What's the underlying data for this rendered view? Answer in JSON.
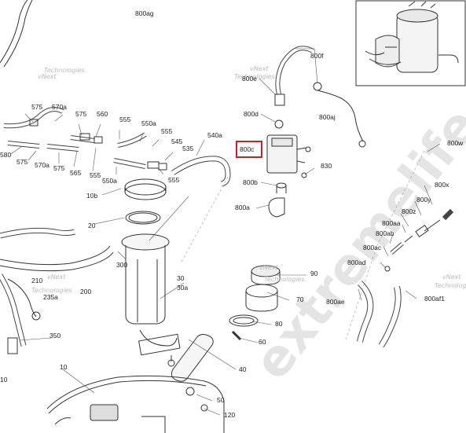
{
  "highlight_color": "#cc1f1f",
  "watermarks": {
    "brand_line1": "vNext",
    "brand_line2": "Technologies",
    "big": "extremelife"
  },
  "callouts": [
    {
      "id": "800ag",
      "label": "800ag"
    },
    {
      "id": "800e",
      "label": "800e"
    },
    {
      "id": "800f",
      "label": "800f"
    },
    {
      "id": "800d",
      "label": "800d"
    },
    {
      "id": "800aj",
      "label": "800aj"
    },
    {
      "id": "800c",
      "label": "800c",
      "highlighted": true
    },
    {
      "id": "800w",
      "label": "800w"
    },
    {
      "id": "830",
      "label": "830"
    },
    {
      "id": "800b",
      "label": "800b"
    },
    {
      "id": "800a",
      "label": "800a"
    },
    {
      "id": "800x",
      "label": "800x"
    },
    {
      "id": "800y",
      "label": "800y"
    },
    {
      "id": "800z",
      "label": "800z"
    },
    {
      "id": "800aa",
      "label": "800aa"
    },
    {
      "id": "800ab",
      "label": "800ab"
    },
    {
      "id": "800ac",
      "label": "800ac"
    },
    {
      "id": "800ad",
      "label": "800ad"
    },
    {
      "id": "800ae",
      "label": "800ae"
    },
    {
      "id": "800af1",
      "label": "800af1"
    },
    {
      "id": "575a",
      "label": "575"
    },
    {
      "id": "570a_top",
      "label": "570a"
    },
    {
      "id": "575b",
      "label": "575"
    },
    {
      "id": "560",
      "label": "560"
    },
    {
      "id": "555a",
      "label": "555"
    },
    {
      "id": "550a_top",
      "label": "550a"
    },
    {
      "id": "555b",
      "label": "555"
    },
    {
      "id": "545",
      "label": "545"
    },
    {
      "id": "535",
      "label": "535"
    },
    {
      "id": "540a",
      "label": "540a"
    },
    {
      "id": "580",
      "label": "580"
    },
    {
      "id": "575c",
      "label": "575"
    },
    {
      "id": "570a_bot",
      "label": "570a"
    },
    {
      "id": "575d",
      "label": "575"
    },
    {
      "id": "565",
      "label": "565"
    },
    {
      "id": "555c",
      "label": "555"
    },
    {
      "id": "550a_bot",
      "label": "550a"
    },
    {
      "id": "555d",
      "label": "555"
    },
    {
      "id": "10b",
      "label": "10b"
    },
    {
      "id": "20",
      "label": "20"
    },
    {
      "id": "300",
      "label": "300"
    },
    {
      "id": "210",
      "label": "210"
    },
    {
      "id": "200",
      "label": "200"
    },
    {
      "id": "235a",
      "label": "235a"
    },
    {
      "id": "30",
      "label": "30"
    },
    {
      "id": "30a",
      "label": "30a"
    },
    {
      "id": "90",
      "label": "90"
    },
    {
      "id": "70",
      "label": "70"
    },
    {
      "id": "80",
      "label": "80"
    },
    {
      "id": "60",
      "label": "60"
    },
    {
      "id": "350",
      "label": "350"
    },
    {
      "id": "40",
      "label": "40"
    },
    {
      "id": "10",
      "label": "10"
    },
    {
      "id": "50",
      "label": "50"
    },
    {
      "id": "120",
      "label": "120"
    },
    {
      "id": "10_left",
      "label": "10"
    }
  ]
}
